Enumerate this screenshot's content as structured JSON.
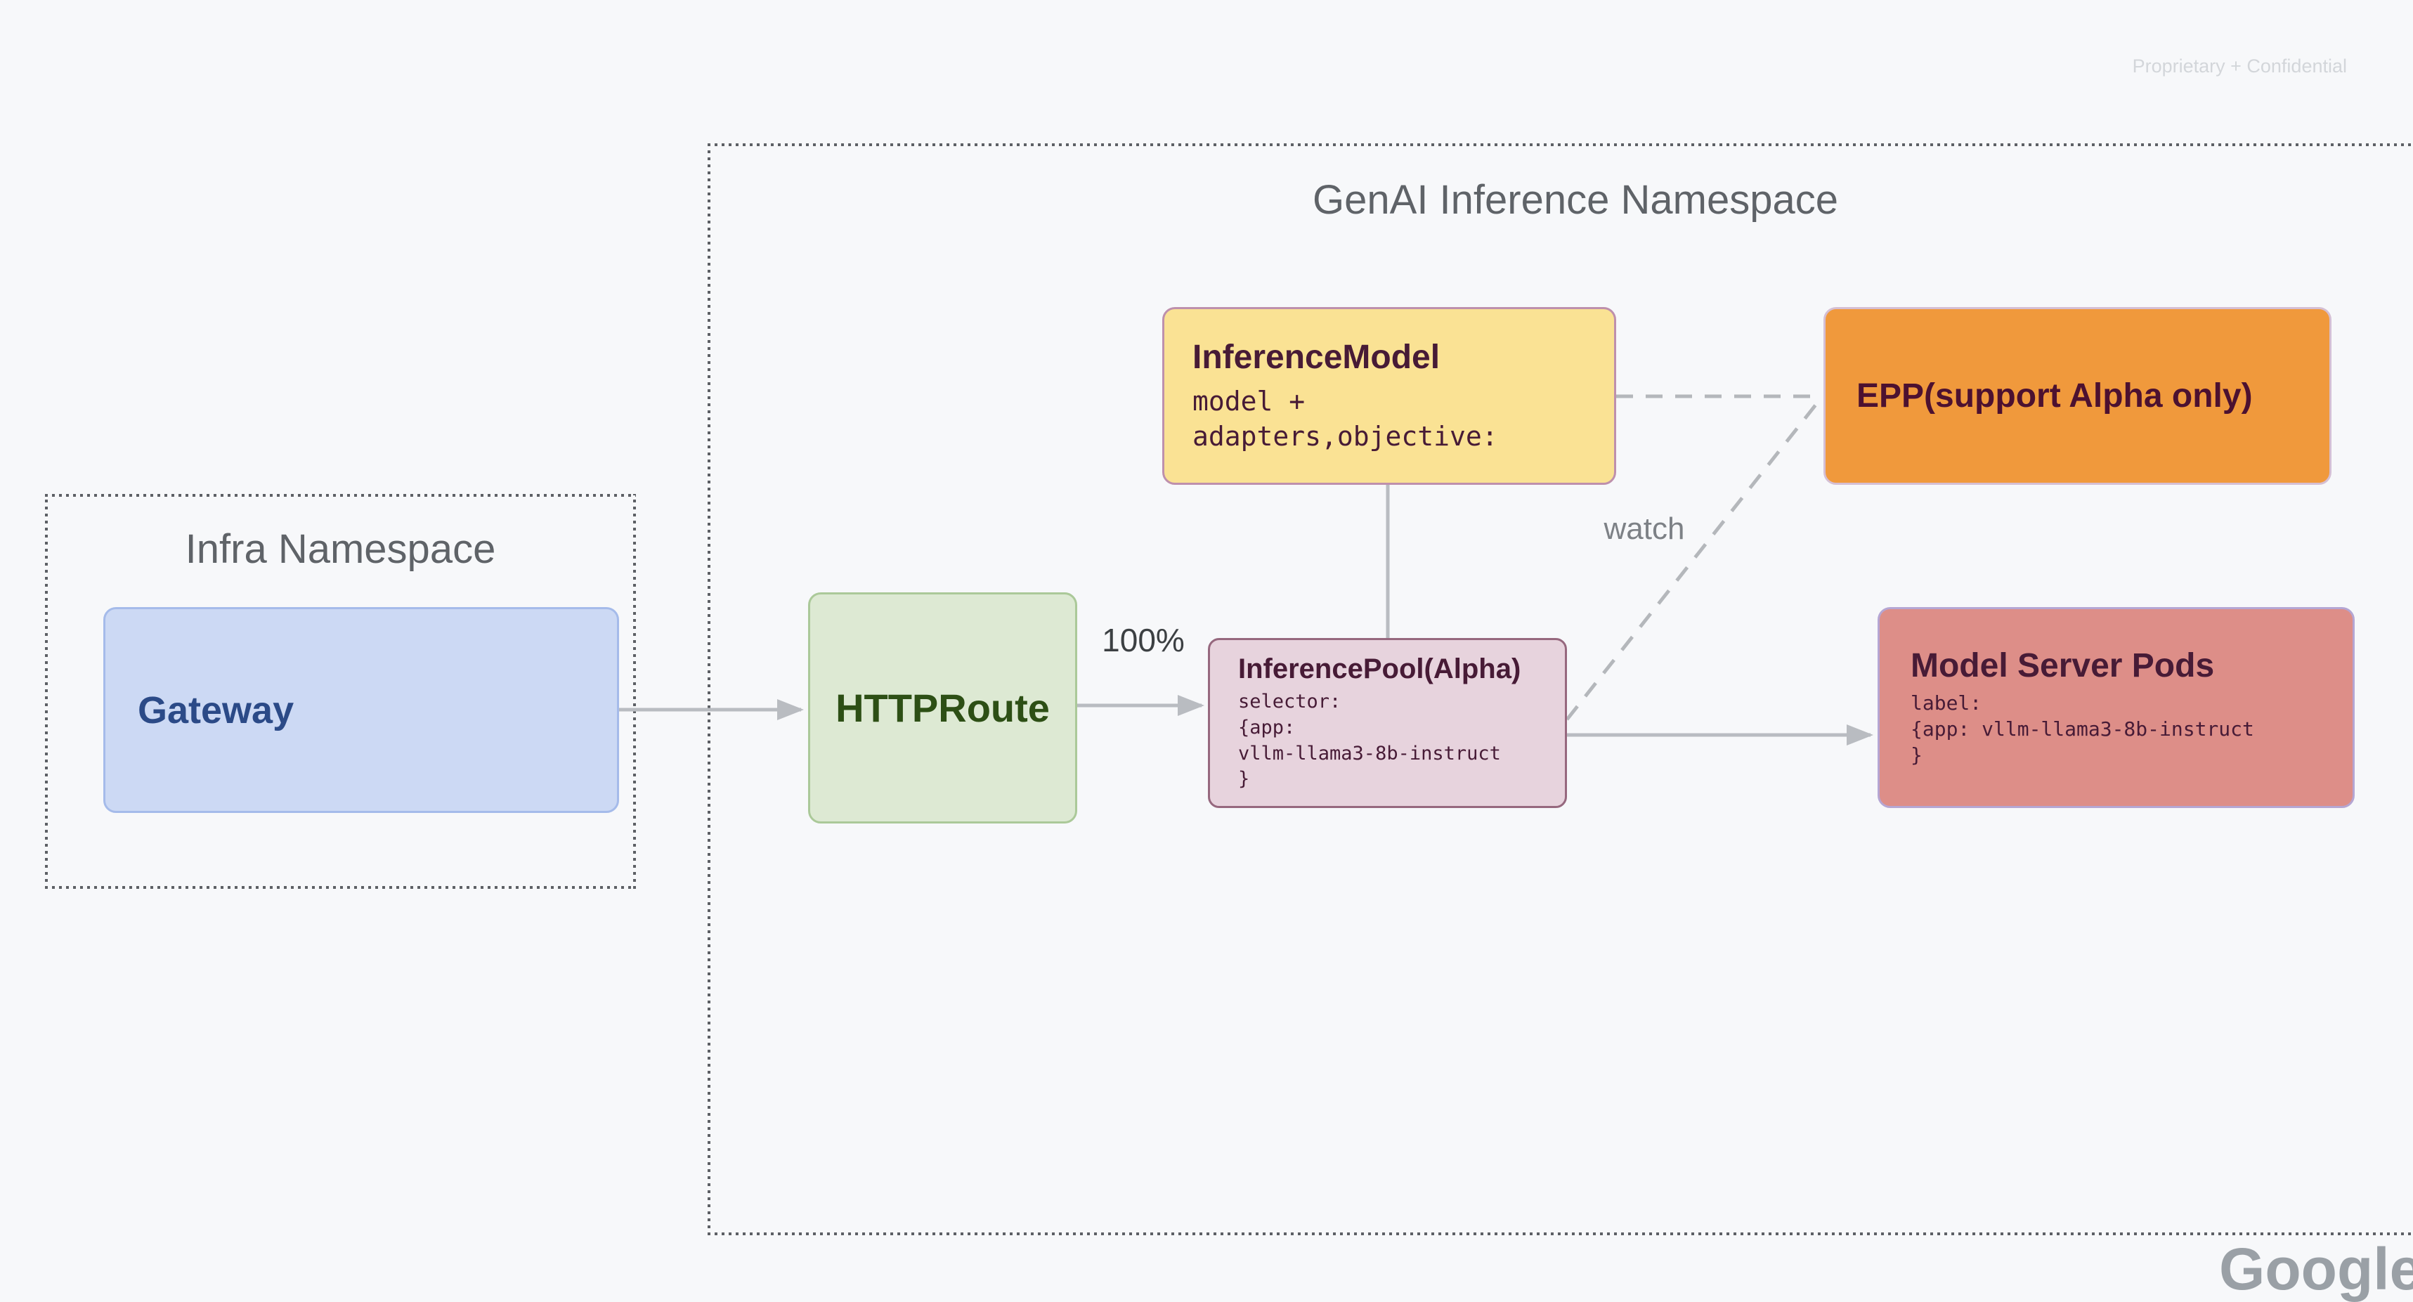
{
  "page": {
    "watermark": "Proprietary + Confidential",
    "brand_watermark": "Google"
  },
  "namespaces": {
    "infra": {
      "title": "Infra Namespace"
    },
    "genai": {
      "title": "GenAI Inference Namespace"
    }
  },
  "nodes": {
    "gateway": {
      "label": "Gateway"
    },
    "httproute": {
      "label": "HTTPRoute"
    },
    "inference_model": {
      "title": "InferenceModel",
      "body": "model +\nadapters,objective:"
    },
    "epp": {
      "title": "EPP(support Alpha only)"
    },
    "inference_pool": {
      "title": "InferencePool(Alpha)",
      "body": "selector:\n{app:\nvllm-llama3-8b-instruct\n}"
    },
    "model_server_pods": {
      "title": "Model Server Pods",
      "body": "label:\n{app: vllm-llama3-8b-instruct\n}"
    }
  },
  "edges": {
    "gateway_to_httproute": {
      "style": "solid-arrow"
    },
    "httproute_to_inference_pool": {
      "style": "solid-arrow",
      "label": "100%"
    },
    "inference_model_to_inference_pool": {
      "style": "solid-line"
    },
    "inference_pool_to_model_server_pods": {
      "style": "solid-arrow"
    },
    "inference_model_to_epp": {
      "style": "dashed-line"
    },
    "inference_pool_to_epp": {
      "style": "dashed-line",
      "label": "watch"
    }
  },
  "colors": {
    "background": "#f7f8fa",
    "dotted_border": "#5d6065",
    "namespace_title": "#5f6368",
    "gateway_fill": "#ccd9f4",
    "gateway_border": "#a5bbea",
    "gateway_text": "#2b4a87",
    "httproute_fill": "#dde9d3",
    "httproute_border": "#abc999",
    "httproute_text": "#2d4f15",
    "inference_model_fill": "#fae294",
    "inference_model_border": "#be90ac",
    "epp_fill": "#f0993c",
    "epp_border": "#d5bfd3",
    "inference_pool_fill": "#e7d3dd",
    "inference_pool_border": "#96687e",
    "model_server_fill": "#dd8e88",
    "model_server_border": "#b5a6d3",
    "maroon_text": "#471b36",
    "connector": "#b9bcc1",
    "watch_label": "#7d8186",
    "weight_label": "#3c4043",
    "watermark": "#d3d6da",
    "brand_watermark": "#9aa0a6"
  }
}
